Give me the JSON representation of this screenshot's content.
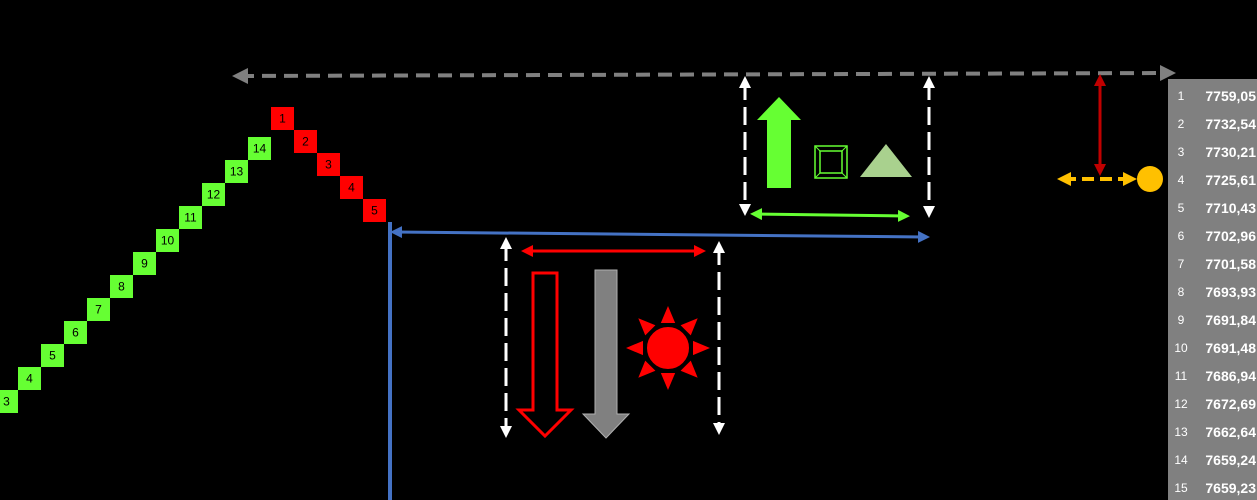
{
  "ladder_up": [
    "3",
    "4",
    "5",
    "6",
    "7",
    "8",
    "9",
    "10",
    "11",
    "12",
    "13",
    "14"
  ],
  "ladder_down": [
    "1",
    "2",
    "3",
    "4",
    "5"
  ],
  "colors": {
    "up": "#66ff33",
    "down": "#ff0000",
    "price_panel": "#808080",
    "top_line": "#808080",
    "blue_line": "#4472c4",
    "sun": "#ff0000",
    "orange_arrow": "#ffc000",
    "triangle": "#a9d18e"
  },
  "icons": {
    "up_arrow": "up-arrow-icon",
    "down_arrow_outline": "down-arrow-outline-icon",
    "down_arrow_gray": "down-arrow-gray-icon",
    "square": "square-icon",
    "triangle": "triangle-icon",
    "sun": "sun-icon",
    "circle": "circle-icon"
  },
  "prices": [
    {
      "index": "1",
      "price": "7759,05"
    },
    {
      "index": "2",
      "price": "7732,54"
    },
    {
      "index": "3",
      "price": "7730,21"
    },
    {
      "index": "4",
      "price": "7725,61"
    },
    {
      "index": "5",
      "price": "7710,43"
    },
    {
      "index": "6",
      "price": "7702,96"
    },
    {
      "index": "7",
      "price": "7701,58"
    },
    {
      "index": "8",
      "price": "7693,93"
    },
    {
      "index": "9",
      "price": "7691,84"
    },
    {
      "index": "10",
      "price": "7691,48"
    },
    {
      "index": "11",
      "price": "7686,94"
    },
    {
      "index": "12",
      "price": "7672,69"
    },
    {
      "index": "13",
      "price": "7662,64"
    },
    {
      "index": "14",
      "price": "7659,24"
    },
    {
      "index": "15",
      "price": "7659,23"
    }
  ]
}
